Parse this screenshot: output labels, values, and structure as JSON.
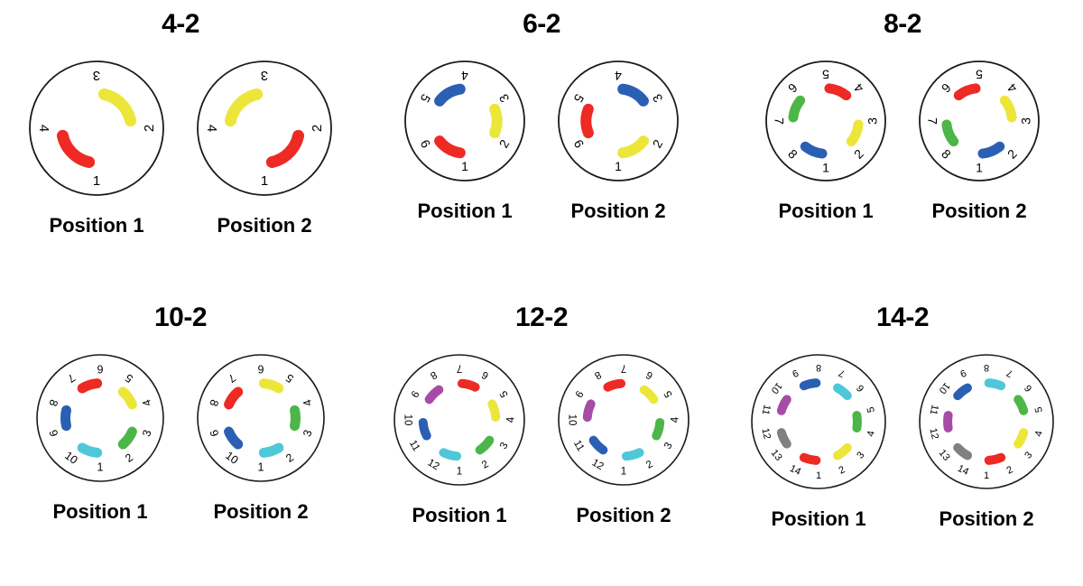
{
  "page": {
    "background": "#ffffff",
    "layout": "3 columns x 2 rows of dial diagrams"
  },
  "colors": {
    "red": "#ee2a24",
    "yellow": "#ece63a",
    "blue": "#2a5fb4",
    "green": "#4cb648",
    "cyan": "#4ec8d8",
    "purple": "#a64ca6",
    "grey": "#808080",
    "outline": "#1b1b1b",
    "text": "#000000"
  },
  "labels": {
    "position1": "Position 1",
    "position2": "Position 2"
  },
  "panels": [
    {
      "title": "4-2",
      "slots": 4,
      "slot_labels": [
        "1",
        "2",
        "3",
        "4"
      ],
      "dial_radius": 74,
      "number_radius": 0.8,
      "arc_radius": 0.52,
      "arc_width": 13,
      "dials": [
        {
          "label": "Position 1",
          "segments": [
            {
              "color": "yellow",
              "from_slot": 3,
              "to_slot": 2
            },
            {
              "color": "red",
              "from_slot": 4,
              "to_slot": 1
            }
          ]
        },
        {
          "label": "Position 2",
          "segments": [
            {
              "color": "yellow",
              "from_slot": 4,
              "to_slot": 3
            },
            {
              "color": "red",
              "from_slot": 1,
              "to_slot": 2
            }
          ]
        }
      ]
    },
    {
      "title": "6-2",
      "slots": 6,
      "slot_labels": [
        "1",
        "2",
        "3",
        "4",
        "5",
        "6"
      ],
      "dial_radius": 66,
      "number_radius": 0.78,
      "arc_radius": 0.54,
      "arc_width": 12,
      "dials": [
        {
          "label": "Position 1",
          "segments": [
            {
              "color": "yellow",
              "from_slot": 3,
              "to_slot": 2
            },
            {
              "color": "blue",
              "from_slot": 5,
              "to_slot": 4
            },
            {
              "color": "red",
              "from_slot": 1,
              "to_slot": 6
            }
          ]
        },
        {
          "label": "Position 2",
          "segments": [
            {
              "color": "blue",
              "from_slot": 4,
              "to_slot": 3
            },
            {
              "color": "yellow",
              "from_slot": 2,
              "to_slot": 1
            },
            {
              "color": "red",
              "from_slot": 6,
              "to_slot": 5
            }
          ]
        }
      ]
    },
    {
      "title": "8-2",
      "slots": 8,
      "slot_labels": [
        "1",
        "2",
        "3",
        "4",
        "5",
        "6",
        "7",
        "8"
      ],
      "dial_radius": 66,
      "number_radius": 0.8,
      "arc_radius": 0.55,
      "arc_width": 11,
      "dials": [
        {
          "label": "Position 1",
          "segments": [
            {
              "color": "red",
              "from_slot": 5,
              "to_slot": 4
            },
            {
              "color": "yellow",
              "from_slot": 3,
              "to_slot": 2
            },
            {
              "color": "blue",
              "from_slot": 1,
              "to_slot": 8
            },
            {
              "color": "green",
              "from_slot": 7,
              "to_slot": 6
            }
          ]
        },
        {
          "label": "Position 2",
          "segments": [
            {
              "color": "yellow",
              "from_slot": 4,
              "to_slot": 3
            },
            {
              "color": "blue",
              "from_slot": 2,
              "to_slot": 1
            },
            {
              "color": "green",
              "from_slot": 8,
              "to_slot": 7
            },
            {
              "color": "red",
              "from_slot": 6,
              "to_slot": 5
            }
          ]
        }
      ]
    },
    {
      "title": "10-2",
      "slots": 10,
      "slot_labels": [
        "1",
        "2",
        "3",
        "4",
        "5",
        "6",
        "7",
        "8",
        "9",
        "10"
      ],
      "dial_radius": 70,
      "number_radius": 0.79,
      "arc_radius": 0.55,
      "arc_width": 11,
      "dials": [
        {
          "label": "Position 1",
          "segments": [
            {
              "color": "yellow",
              "from_slot": 5,
              "to_slot": 4
            },
            {
              "color": "green",
              "from_slot": 3,
              "to_slot": 2
            },
            {
              "color": "cyan",
              "from_slot": 1,
              "to_slot": 10
            },
            {
              "color": "blue",
              "from_slot": 9,
              "to_slot": 8
            },
            {
              "color": "red",
              "from_slot": 7,
              "to_slot": 6
            }
          ]
        },
        {
          "label": "Position 2",
          "segments": [
            {
              "color": "yellow",
              "from_slot": 6,
              "to_slot": 5
            },
            {
              "color": "green",
              "from_slot": 4,
              "to_slot": 3
            },
            {
              "color": "cyan",
              "from_slot": 2,
              "to_slot": 1
            },
            {
              "color": "blue",
              "from_slot": 10,
              "to_slot": 9
            },
            {
              "color": "red",
              "from_slot": 8,
              "to_slot": 7
            }
          ]
        }
      ]
    },
    {
      "title": "12-2",
      "slots": 12,
      "slot_labels": [
        "1",
        "2",
        "3",
        "4",
        "5",
        "6",
        "7",
        "8",
        "9",
        "10",
        "11",
        "12"
      ],
      "dial_radius": 72,
      "number_radius": 0.8,
      "arc_radius": 0.56,
      "arc_width": 10,
      "dials": [
        {
          "label": "Position 1",
          "segments": [
            {
              "color": "red",
              "from_slot": 7,
              "to_slot": 6
            },
            {
              "color": "yellow",
              "from_slot": 5,
              "to_slot": 4
            },
            {
              "color": "green",
              "from_slot": 3,
              "to_slot": 2
            },
            {
              "color": "cyan",
              "from_slot": 1,
              "to_slot": 12
            },
            {
              "color": "blue",
              "from_slot": 11,
              "to_slot": 10
            },
            {
              "color": "purple",
              "from_slot": 9,
              "to_slot": 8
            }
          ]
        },
        {
          "label": "Position 2",
          "segments": [
            {
              "color": "yellow",
              "from_slot": 6,
              "to_slot": 5
            },
            {
              "color": "green",
              "from_slot": 4,
              "to_slot": 3
            },
            {
              "color": "cyan",
              "from_slot": 2,
              "to_slot": 1
            },
            {
              "color": "blue",
              "from_slot": 12,
              "to_slot": 11
            },
            {
              "color": "purple",
              "from_slot": 10,
              "to_slot": 9
            },
            {
              "color": "red",
              "from_slot": 8,
              "to_slot": 7
            }
          ]
        }
      ]
    },
    {
      "title": "14-2",
      "slots": 14,
      "slot_labels": [
        "1",
        "2",
        "3",
        "4",
        "5",
        "6",
        "7",
        "8",
        "9",
        "10",
        "11",
        "12",
        "13",
        "14"
      ],
      "dial_radius": 74,
      "number_radius": 0.81,
      "arc_radius": 0.58,
      "arc_width": 10,
      "dials": [
        {
          "label": "Position 1",
          "segments": [
            {
              "color": "cyan",
              "from_slot": 7,
              "to_slot": 6
            },
            {
              "color": "green",
              "from_slot": 5,
              "to_slot": 4
            },
            {
              "color": "yellow",
              "from_slot": 3,
              "to_slot": 2
            },
            {
              "color": "red",
              "from_slot": 1,
              "to_slot": 14
            },
            {
              "color": "grey",
              "from_slot": 13,
              "to_slot": 12
            },
            {
              "color": "purple",
              "from_slot": 11,
              "to_slot": 10
            },
            {
              "color": "blue",
              "from_slot": 9,
              "to_slot": 8
            }
          ]
        },
        {
          "label": "Position 2",
          "segments": [
            {
              "color": "cyan",
              "from_slot": 8,
              "to_slot": 7
            },
            {
              "color": "green",
              "from_slot": 6,
              "to_slot": 5
            },
            {
              "color": "yellow",
              "from_slot": 4,
              "to_slot": 3
            },
            {
              "color": "red",
              "from_slot": 2,
              "to_slot": 1
            },
            {
              "color": "grey",
              "from_slot": 14,
              "to_slot": 13
            },
            {
              "color": "purple",
              "from_slot": 12,
              "to_slot": 11
            },
            {
              "color": "blue",
              "from_slot": 10,
              "to_slot": 9
            }
          ]
        }
      ]
    }
  ]
}
